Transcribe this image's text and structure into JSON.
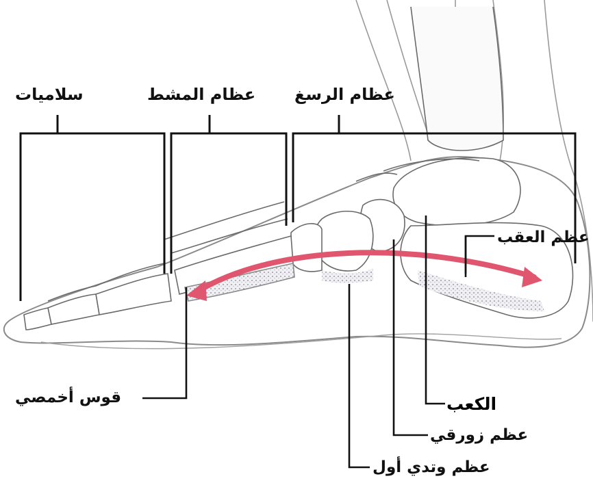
{
  "labels": {
    "phalanges": "سلاميات",
    "metatarsals": "عظام المشط",
    "tarsals": "عظام الرسغ",
    "calcaneus": "عظم العقب",
    "talus": "الكعب",
    "navicular": "عظم زورقي",
    "first_cuneiform": "عظم وتدي أول",
    "medial_arch": "قوس أخمصي"
  },
  "colors": {
    "arch_arrow": "#e0566f",
    "outline": "#8a8a8a",
    "leader": "#111111",
    "bone_shade": "#b9b9c4"
  }
}
